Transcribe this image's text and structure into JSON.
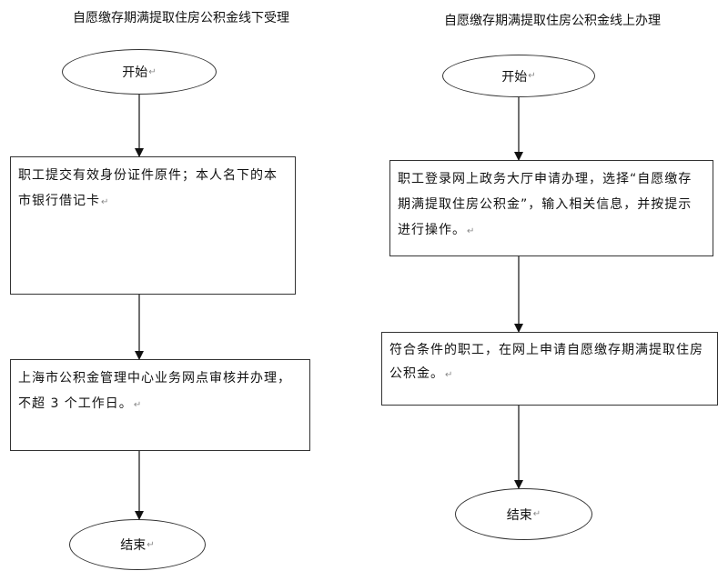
{
  "left_flow": {
    "title": "自愿缴存期满提取住房公积金线下受理",
    "start": "开始",
    "step1": "职工提交有效身份证件原件；本人名下的本市银行借记卡",
    "step2": "上海市公积金管理中心业务网点审核并办理，不超 3 个工作日。",
    "end": "结束"
  },
  "right_flow": {
    "title": "自愿缴存期满提取住房公积金线上办理",
    "start": "开始",
    "step1": "职工登录网上政务大厅申请办理，选择“自愿缴存期满提取住房公积金”，输入相关信息，并按提示进行操作。",
    "step2": "符合条件的职工，在网上申请自愿缴存期满提取住房公积金。",
    "end": "结束"
  },
  "paragraph_mark": "↵"
}
